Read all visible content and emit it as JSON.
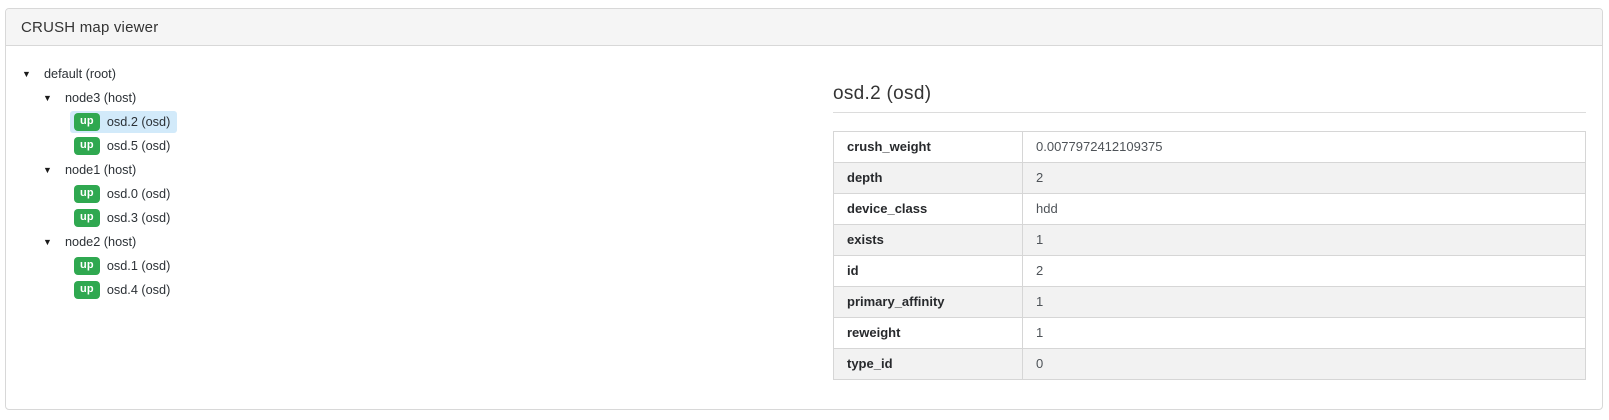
{
  "header": {
    "title": "CRUSH map viewer"
  },
  "icons": {
    "expanded_caret": "▼"
  },
  "colors": {
    "badge_up_bg": "#2fa850",
    "badge_up_text": "#ffffff",
    "selected_node_bg": "#d2eafa",
    "header_bg": "#f5f5f5",
    "card_border": "#d8d8d8",
    "row_alt_bg": "#f2f2f2"
  },
  "tree": {
    "nodes": [
      {
        "label": "default (root)",
        "level": 1,
        "has_children": true,
        "expanded": true,
        "selected": false
      },
      {
        "label": "node3 (host)",
        "level": 2,
        "has_children": true,
        "expanded": true,
        "selected": false
      },
      {
        "label": "osd.2 (osd)",
        "level": 3,
        "has_children": false,
        "badge": "up",
        "selected": true
      },
      {
        "label": "osd.5 (osd)",
        "level": 3,
        "has_children": false,
        "badge": "up",
        "selected": false
      },
      {
        "label": "node1 (host)",
        "level": 2,
        "has_children": true,
        "expanded": true,
        "selected": false
      },
      {
        "label": "osd.0 (osd)",
        "level": 3,
        "has_children": false,
        "badge": "up",
        "selected": false
      },
      {
        "label": "osd.3 (osd)",
        "level": 3,
        "has_children": false,
        "badge": "up",
        "selected": false
      },
      {
        "label": "node2 (host)",
        "level": 2,
        "has_children": true,
        "expanded": true,
        "selected": false
      },
      {
        "label": "osd.1 (osd)",
        "level": 3,
        "has_children": false,
        "badge": "up",
        "selected": false
      },
      {
        "label": "osd.4 (osd)",
        "level": 3,
        "has_children": false,
        "badge": "up",
        "selected": false
      }
    ]
  },
  "details": {
    "title": "osd.2 (osd)",
    "rows": [
      {
        "key": "crush_weight",
        "value": "0.0077972412109375"
      },
      {
        "key": "depth",
        "value": "2"
      },
      {
        "key": "device_class",
        "value": "hdd"
      },
      {
        "key": "exists",
        "value": "1"
      },
      {
        "key": "id",
        "value": "2"
      },
      {
        "key": "primary_affinity",
        "value": "1"
      },
      {
        "key": "reweight",
        "value": "1"
      },
      {
        "key": "type_id",
        "value": "0"
      }
    ]
  }
}
